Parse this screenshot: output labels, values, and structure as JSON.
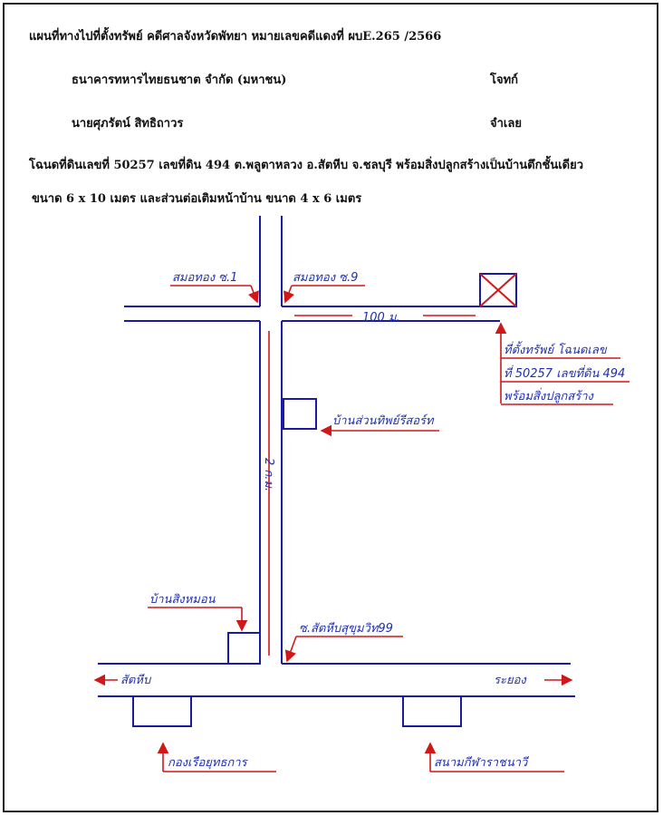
{
  "header": {
    "title": "แผนที่ทางไปที่ตั้งทรัพย์  คดีศาลจังหวัดพัทยา หมายเลขคดีแดงที่ ผบE.265 /2566",
    "plaintiff_name": "ธนาคารทหารไทยธนชาต จำกัด (มหาชน)",
    "plaintiff_role": "โจทก์",
    "defendant_name": "นายศุภรัตน์  สิทธิถาวร",
    "defendant_role": "จำเลย",
    "description_line1": "โฉนดที่ดินเลขที่  50257  เลขที่ดิน 494   ต.พลูตาหลวง   อ.สัตหีบ  จ.ชลบุรี  พร้อมสิ่งปลูกสร้างเป็นบ้านตึกชั้นเดียว",
    "description_line2": "ขนาด 6 x 10 เมตร และส่วนต่อเติมหน้าบ้าน ขนาด 4 x 6 เมตร"
  },
  "map": {
    "label_soi_1": "สมอทอง ซ.1",
    "label_soi_9": "สมอทอง ซ.9",
    "label_distance": "100 ม.",
    "label_property_1": "ที่ตั้งทรัพย์ โฉนดเลข",
    "label_property_2": "ที่ 50257 เลขที่ดิน 494",
    "label_property_3": "พร้อมสิ่งปลูกสร้าง",
    "label_house_right": "บ้านส่วนทิพย์รีสอร์ท",
    "label_road_vertical": "2 ก.ม.",
    "label_house_left": "บ้านสิงหมอน",
    "label_soi_99": "ซ.สัตหีบสุขุมวิท99",
    "label_to_sattahip": "สัตหีบ",
    "label_to_rayong": "ระยอง",
    "label_fleet": "กองเรือยุทธการ",
    "label_stadium": "สนามกีฬาราชนาวี",
    "colors": {
      "road": "#1a1aa8",
      "annotation": "#d01818",
      "text_blue": "#1f2fb0"
    }
  }
}
